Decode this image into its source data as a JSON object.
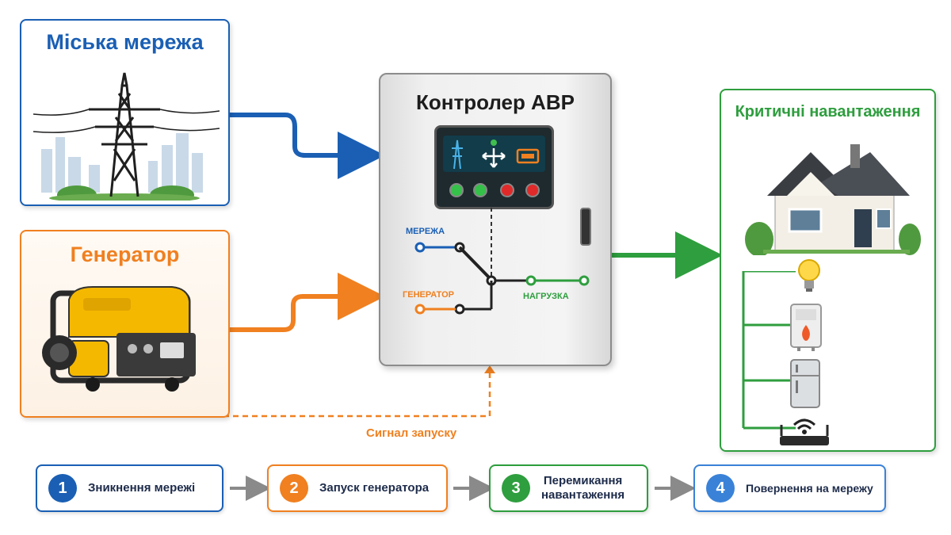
{
  "grid": {
    "title": "Міська мережа",
    "icon": "power-tower-icon"
  },
  "generator": {
    "title": "Генератор",
    "icon": "generator-icon"
  },
  "controller": {
    "title": "Контролер АВР",
    "display_icons": [
      "power-tower-icon",
      "transfer-arrows-icon",
      "generator-icon"
    ],
    "switch_labels": {
      "grid": "МЕРЕЖА",
      "generator": "ГЕНЕРАТОР",
      "load": "НАГРУЗКА"
    }
  },
  "signal_label": "Сигнал запуску",
  "loads": {
    "title": "Критичні навантаження",
    "items": [
      "house-icon",
      "light-bulb-icon",
      "boiler-icon",
      "fridge-icon",
      "router-icon"
    ]
  },
  "steps": [
    {
      "num": "1",
      "label": "Зникнення мережі",
      "color": "#1a5fb4"
    },
    {
      "num": "2",
      "label": "Запуск генератора",
      "color": "#f08020"
    },
    {
      "num": "3",
      "label_line1": "Перемикання",
      "label_line2": "навантаження",
      "color": "#2e9e3e"
    },
    {
      "num": "4",
      "label": "Повернення на мережу",
      "color": "#3a82d8"
    }
  ],
  "colors": {
    "grid": "#1a5fb4",
    "generator": "#f08020",
    "load": "#2e9e3e",
    "arrow_gray": "#8a8a8a"
  }
}
